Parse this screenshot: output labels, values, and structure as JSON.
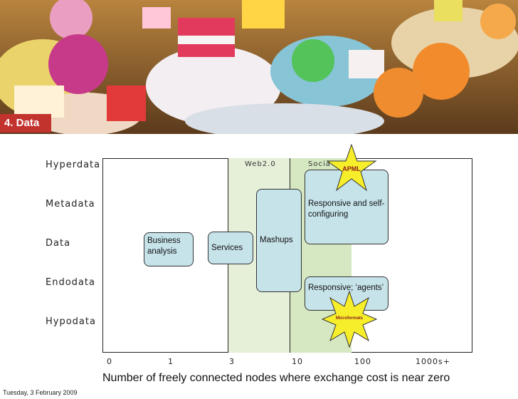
{
  "section_tag": "4. Data",
  "rows": [
    "Hyperdata",
    "Metadata",
    "Data",
    "Endodata",
    "Hypodata"
  ],
  "zones": {
    "web2": "Web2.0",
    "social": "Socia"
  },
  "boxes": {
    "business_analysis": "Business analysis",
    "services": "Services",
    "mashups": "Mashups",
    "responsive_self_configuring": "Responsive and self-configuring",
    "responsive_agents": "Responsive; ‘agents’"
  },
  "stars": {
    "apml": "APML",
    "microformats": "Microformats"
  },
  "x_ticks": [
    "0",
    "1",
    "3",
    "10",
    "100",
    "1000s+"
  ],
  "x_axis_label": "Number of freely connected nodes where exchange cost is near zero",
  "footer_date": "Tuesday, 3 February 2009",
  "colors": {
    "tag_red": "#c2332e",
    "box_fill": "#c6e3ea",
    "web2_zone": "#e6efd8",
    "social_zone": "#d6e8c2",
    "star_yellow": "#f7ee2b"
  }
}
